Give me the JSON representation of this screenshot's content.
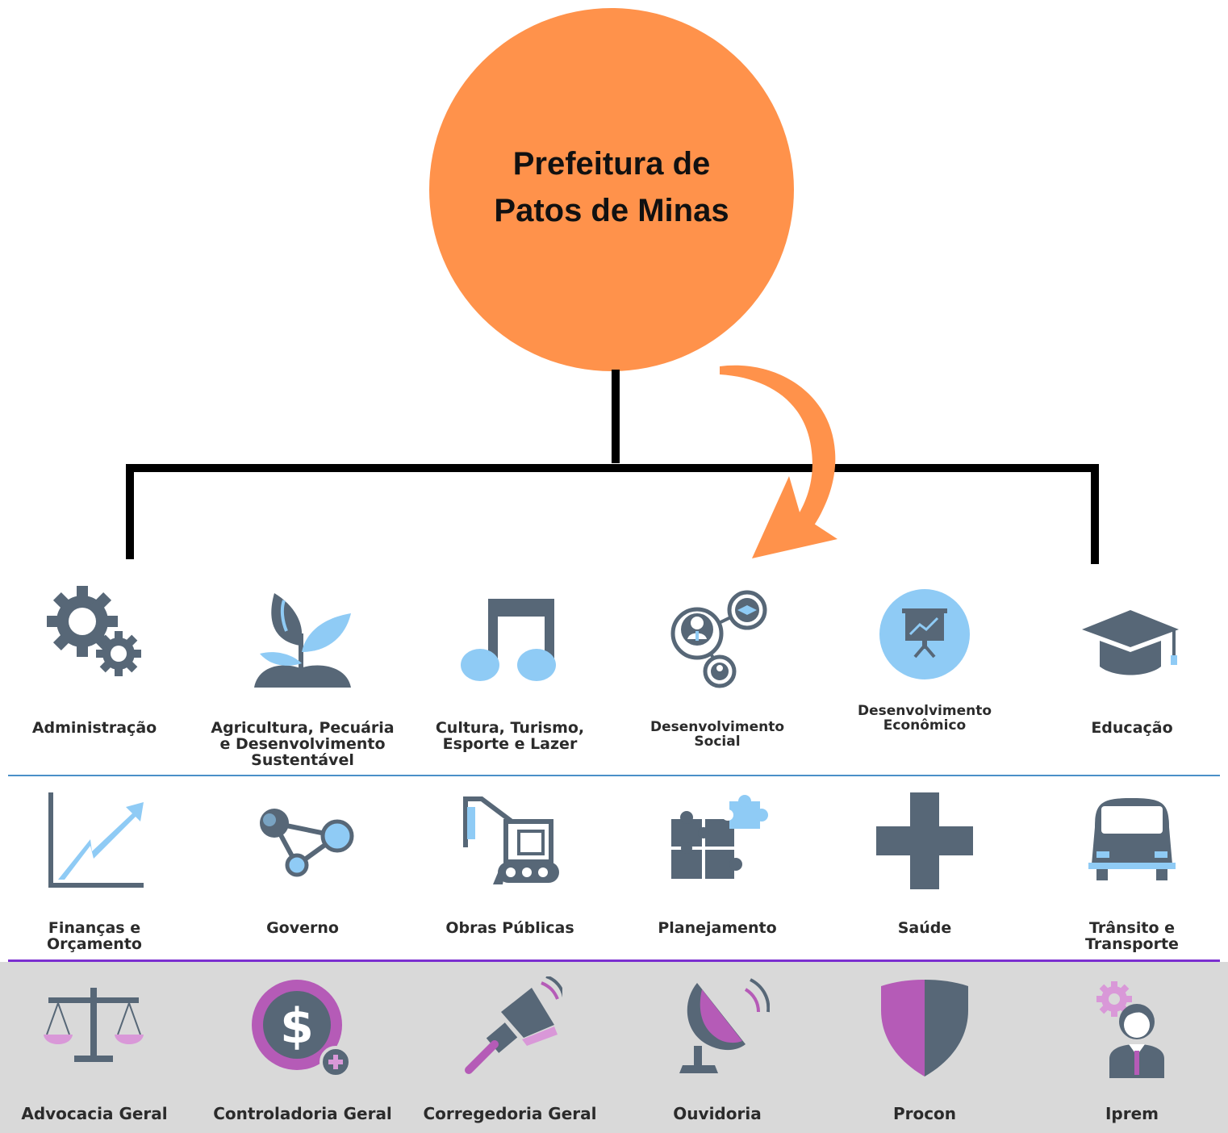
{
  "title": "Prefeitura de Patos de Minas",
  "colors": {
    "circle": "#FF924B",
    "arrow": "#FF924B",
    "slate": "#576777",
    "light_blue": "#8FCBF5",
    "magenta": "#B55BB7",
    "separator_blue": "#4A90C8",
    "separator_purple": "#7B2FD0",
    "band_gray": "#D9D9D9"
  },
  "row1": [
    {
      "label": "Administração",
      "icon": "gears-icon"
    },
    {
      "label": "Agricultura, Pecuária\ne Desenvolvimento\nSustentável",
      "icon": "plant-icon"
    },
    {
      "label": "Cultura, Turismo,\nEsporte e Lazer",
      "icon": "music-note-icon"
    },
    {
      "label": "Desenvolvimento\nSocial",
      "icon": "social-network-icon"
    },
    {
      "label": "Desenvolvimento\nEconômico",
      "icon": "presentation-chart-icon"
    },
    {
      "label": "Educação",
      "icon": "graduation-cap-icon"
    }
  ],
  "row2": [
    {
      "label": "Finanças e\nOrçamento",
      "icon": "growth-chart-icon"
    },
    {
      "label": "Governo",
      "icon": "nodes-icon"
    },
    {
      "label": "Obras Públicas",
      "icon": "excavator-icon"
    },
    {
      "label": "Planejamento",
      "icon": "puzzle-icon"
    },
    {
      "label": "Saúde",
      "icon": "medical-cross-icon"
    },
    {
      "label": "Trânsito e\nTransporte",
      "icon": "car-icon"
    }
  ],
  "row3": [
    {
      "label": "Advocacia Geral",
      "icon": "scales-icon"
    },
    {
      "label": "Controladoria Geral",
      "icon": "dollar-coin-icon"
    },
    {
      "label": "Corregedoria Geral",
      "icon": "megaphone-icon"
    },
    {
      "label": "Ouvidoria",
      "icon": "satellite-dish-icon"
    },
    {
      "label": "Procon",
      "icon": "shield-icon"
    },
    {
      "label": "Iprem",
      "icon": "person-gear-icon"
    }
  ]
}
